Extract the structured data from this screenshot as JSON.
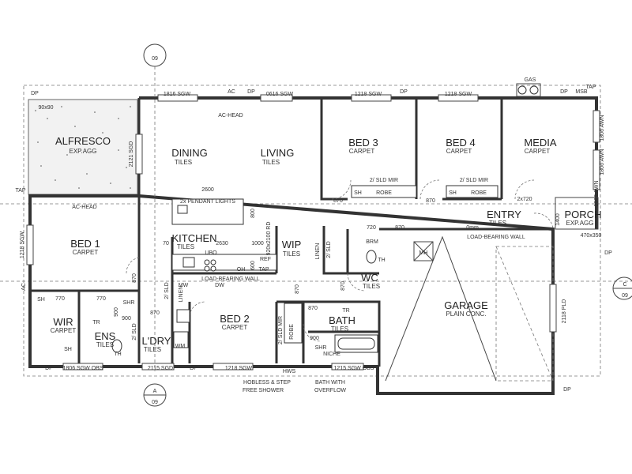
{
  "rooms": {
    "alfresco": {
      "name": "ALFRESCO",
      "finish": "EXP.AGG"
    },
    "dining": {
      "name": "DINING",
      "finish": "TILES"
    },
    "living": {
      "name": "LIVING",
      "finish": "TILES"
    },
    "bed3": {
      "name": "BED 3",
      "finish": "CARPET"
    },
    "bed4": {
      "name": "BED 4",
      "finish": "CARPET"
    },
    "media": {
      "name": "MEDIA",
      "finish": "CARPET"
    },
    "bed1": {
      "name": "BED 1",
      "finish": "CARPET"
    },
    "kitchen": {
      "name": "KITCHEN",
      "finish": "TILES"
    },
    "wip": {
      "name": "WIP",
      "finish": "TILES"
    },
    "entry": {
      "name": "ENTRY",
      "finish": "TILES"
    },
    "porch": {
      "name": "PORCH",
      "finish": "EXP.AGG"
    },
    "wc": {
      "name": "WC",
      "finish": "TILES"
    },
    "garage": {
      "name": "GARAGE",
      "finish": "PLAIN CONC."
    },
    "bed2": {
      "name": "BED 2",
      "finish": "CARPET"
    },
    "bath": {
      "name": "BATH",
      "finish": "TILES"
    },
    "wir": {
      "name": "WIR",
      "finish": "CARPET"
    },
    "ens": {
      "name": "ENS",
      "finish": "TILES"
    },
    "ldry": {
      "name": "L'DRY",
      "finish": "TILES"
    }
  },
  "fixtures": {
    "robe": "ROBE",
    "linen": "LINEN",
    "brm": "BRM",
    "mh": "MH",
    "sh": "SH",
    "wm": "WM",
    "tr": "TR",
    "th": "TH",
    "ac": "AC",
    "gas": "GAS",
    "ref": "REF",
    "ubo": "UBO",
    "oh": "OH",
    "tap": "TAP",
    "mw": "MW",
    "dw": "DW",
    "shr": "SHR",
    "shr_niche": "SHR",
    "dp": "DP",
    "msb": "MSB",
    "hws": "HWS",
    "twin_sld_mir": "2/ SLD MIR",
    "sld_mir_vertical": "2/ SLD MIR",
    "sld": "2/ SLD",
    "sld_ldry": "2/ SLD",
    "sld_wip": "2/ SLD"
  },
  "dimensions": {
    "w_1816_sgw": "1816 SGW",
    "w_0616_sgw": "0616 SGW",
    "w_1218_sgw_a": "1218 SGW",
    "w_1218_sgw_b": "1218 SGW",
    "w_2121_sgd": "2121 SGD",
    "w_1218_sgw_left": "1218 SGW",
    "w_1806_sgw_obs": "1806 SGW OBS",
    "w_2115_sgd": "2115 SGD",
    "w_1218_sgw_bottom": "1218 SGW",
    "w_1215_sgw_obs": "1215 SGW OBS",
    "w_1806_awn_a": "1806 AWN",
    "w_1806_awn_b": "1806 AWN",
    "w_1806_awn_c": "1806 AWN",
    "w_2118_pld": "2118 PLD",
    "alfresco_size": "90x90",
    "porch_size": "470x350",
    "island_length": "2600",
    "island_width": "800",
    "kitchen_run": "2630",
    "kitchen_70": "70",
    "kitchen_1000": "1000",
    "kitchen_600": "600",
    "kitchen_920": "920x2100 RD",
    "d870_a": "870",
    "d870_b": "870",
    "d870_c": "870",
    "d870_d": "870",
    "d870_e": "870",
    "d870_f": "870",
    "d870_g": "870",
    "d870_h": "870",
    "d720": "720",
    "d720_b": "2x720",
    "d770_a": "770",
    "d770_b": "770",
    "d900_a": "900",
    "d900_b": "900",
    "d900_c": "900",
    "d0mm": "0mm",
    "d1400": "1400"
  },
  "notes": {
    "ac_head_top": "AC-HEAD",
    "ac_head_bed1": "AC-HEAD",
    "pendant_lights": "2x PENDANT LIGHTS",
    "load_bearing_kitchen": "LOAD-BEARING WALL",
    "load_bearing_entry": "LOAD-BEARING WALL",
    "hobless": "HOBLESS & STEP",
    "free_shower": "FREE SHOWER",
    "bath_with": "BATH WITH",
    "overflow": "OVERFLOW",
    "shr_niche": "NICHE"
  },
  "section_markers": {
    "a": {
      "letter": "A",
      "sheet": "09"
    },
    "c": {
      "letter": "C",
      "sheet": "09"
    },
    "top": {
      "sheet": "09"
    }
  }
}
